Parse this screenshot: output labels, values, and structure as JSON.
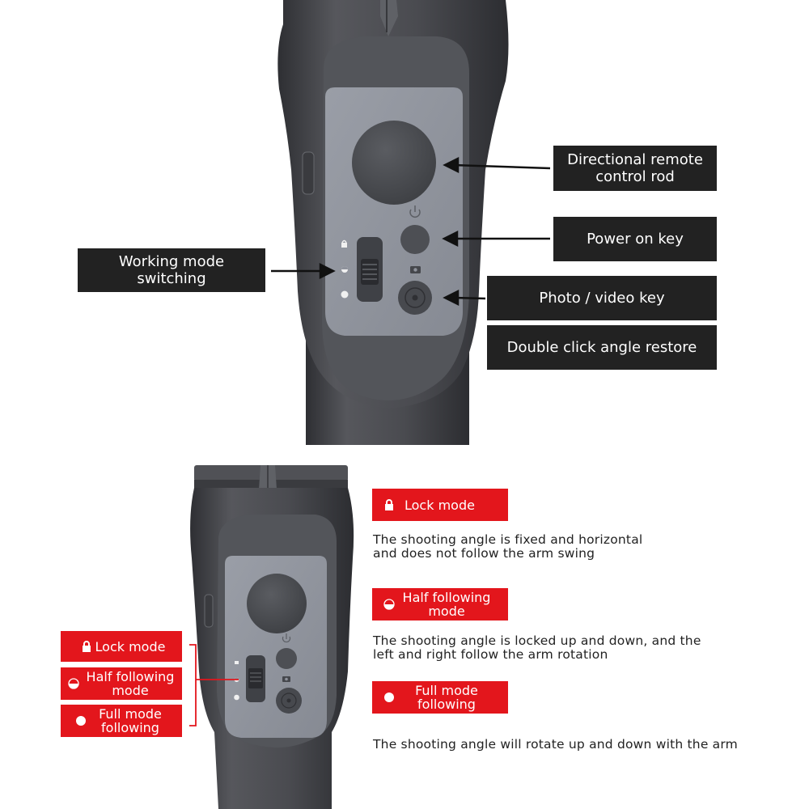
{
  "top_figure": {
    "callouts": {
      "directional": "Directional remote control rod",
      "power": "Power on key",
      "photo": "Photo / video key",
      "double_click": "Double click angle restore",
      "working_mode": "Working mode switching"
    }
  },
  "bottom_figure": {
    "side_labels": [
      {
        "icon": "lock-icon",
        "label": "Lock mode"
      },
      {
        "icon": "half-circle-icon",
        "label": "Half following mode"
      },
      {
        "icon": "full-circle-icon",
        "label": "Full mode following"
      }
    ],
    "modes": [
      {
        "icon": "lock-icon",
        "label": "Lock mode",
        "description": "The shooting angle is fixed and horizontal\nand does not follow the arm swing"
      },
      {
        "icon": "half-circle-icon",
        "label": "Half following mode",
        "description": "The shooting angle is locked up and down, and the\nleft and right follow the arm rotation"
      },
      {
        "icon": "full-circle-icon",
        "label": "Full mode following",
        "description": "The shooting angle will rotate up and down with the arm"
      }
    ]
  },
  "colors": {
    "label_dark": "#222222",
    "label_red": "#e3161c",
    "device_body": "#4a4b4f",
    "device_panel": "#8f939c"
  }
}
